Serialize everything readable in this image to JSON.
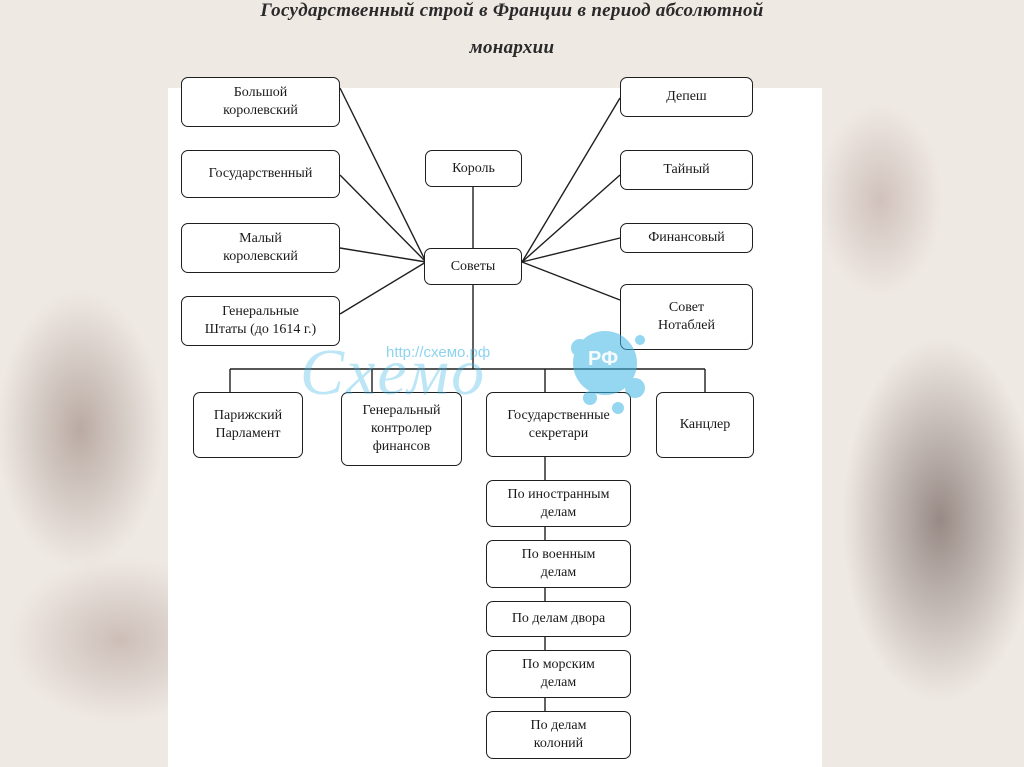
{
  "title": {
    "line1": "Государственный строй в Франции в период абсолютной",
    "line2": "монархии"
  },
  "nodes": {
    "bolshoi": "Большой\nкоролевский",
    "gosudarstvenny": "Государственный",
    "maly": "Малый\nкоролевский",
    "generalnye_shtaty": "Генеральные\nШтаты (до 1614 г.)",
    "korol": "Король",
    "sovety": "Советы",
    "depesh": "Депеш",
    "tainy": "Тайный",
    "finansovy": "Финансовый",
    "sovet_notablei": "Совет\nНотаблей",
    "parizhsky_parlament": "Парижский\nПарламент",
    "generalny_kontroler": "Генеральный\nконтролер\nфинансов",
    "gos_sekretari": "Государственные\nсекретари",
    "kantsler": "Канцлер",
    "po_inostrannym": "По иностранным\nделам",
    "po_voennym": "По военным\nделам",
    "po_delam_dvora": "По делам двора",
    "po_morskim": "По морским\nделам",
    "po_delam_kolonii": "По делам\nколоний"
  },
  "watermark": {
    "url": "http://схемо.рф",
    "logo_text": "Схемо",
    "badge": "РФ",
    "color": "#3fb6e6"
  }
}
